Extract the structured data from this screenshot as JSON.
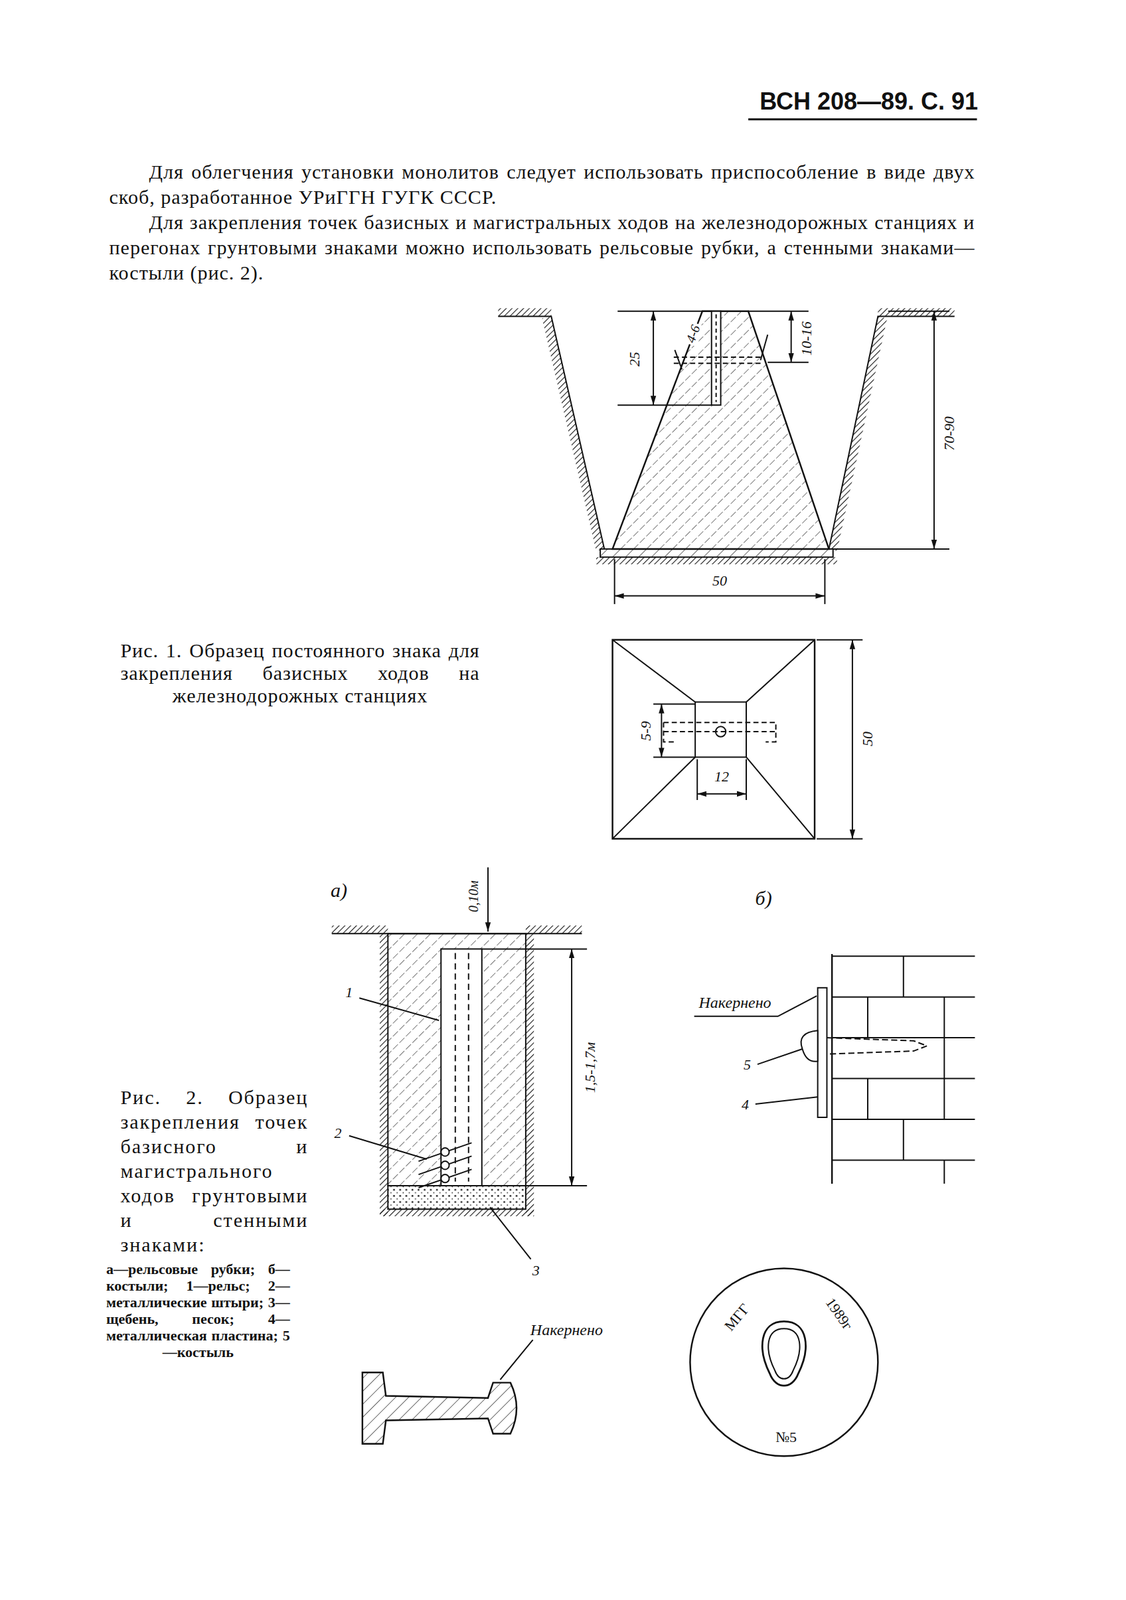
{
  "diagram": {
    "labels": [
      "ВСН 208—89. С. 91",
      "Для облегчения установки монолитов следует использовать приспособление в виде двух скоб, разработанное УРиГГН ГУГК СССР.",
      "Для закрепления точек базисных и магистральных ходов на железнодорожных станциях и перегонах грунтовыми знаками можно использовать рельсовые рубки, а стенными знаками—костыли (рис. 2).",
      "25",
      "4-6",
      "10-16",
      "70-90",
      "50",
      "5-9",
      "12",
      "50",
      "Рис. 1. Образец постоянного знака для закрепления базисных ходов на железнодорожных станциях",
      "а)",
      "0,10м",
      "1",
      "1,5-1,7м",
      "2",
      "3",
      "б)",
      "Накернено",
      "5",
      "4",
      "Накернено",
      "МГГ",
      "1989г",
      "№5",
      "Рис. 2. Образец закрепления точек базисного и магистрального ходов грунтовыми и стенными знаками:",
      "а—рельсовые рубки; б—костыли; 1—рельс; 2—металлические штыри; 3—щебень, песок; 4—металлическая пластина; 5—костыль"
    ]
  }
}
